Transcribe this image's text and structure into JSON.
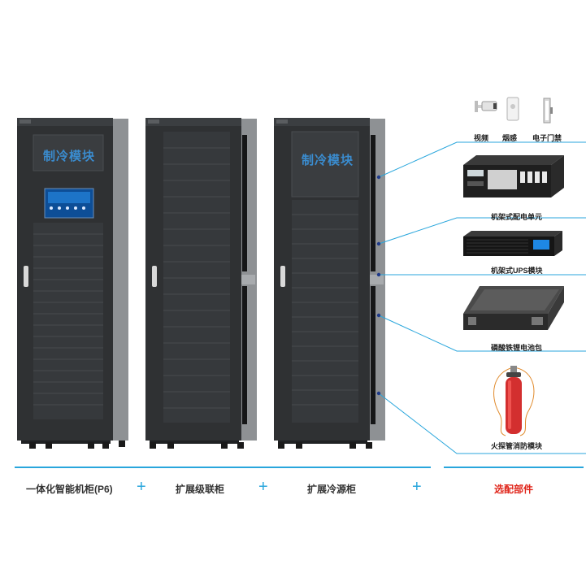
{
  "cabinets": [
    {
      "label": "一体化智能机柜(P6)",
      "module_text": "制冷模块"
    },
    {
      "label": "扩展级联柜"
    },
    {
      "label": "扩展冷源柜",
      "module_text": "制冷模块"
    }
  ],
  "plus_sign": "+",
  "optional_label": "选配部件",
  "components": {
    "camera": "视频",
    "smoke": "烟感",
    "door": "电子门禁",
    "pdu": "机架式配电单元",
    "ups": "机架式UPS模块",
    "battery": "磷酸铁锂电池包",
    "fire": "火探管消防模块"
  },
  "colors": {
    "accent": "#29a6dc",
    "cabinet": "#2f3133",
    "label_text": "#333333",
    "optional_text": "#e0261b",
    "module_text": "#3a8ccf"
  }
}
